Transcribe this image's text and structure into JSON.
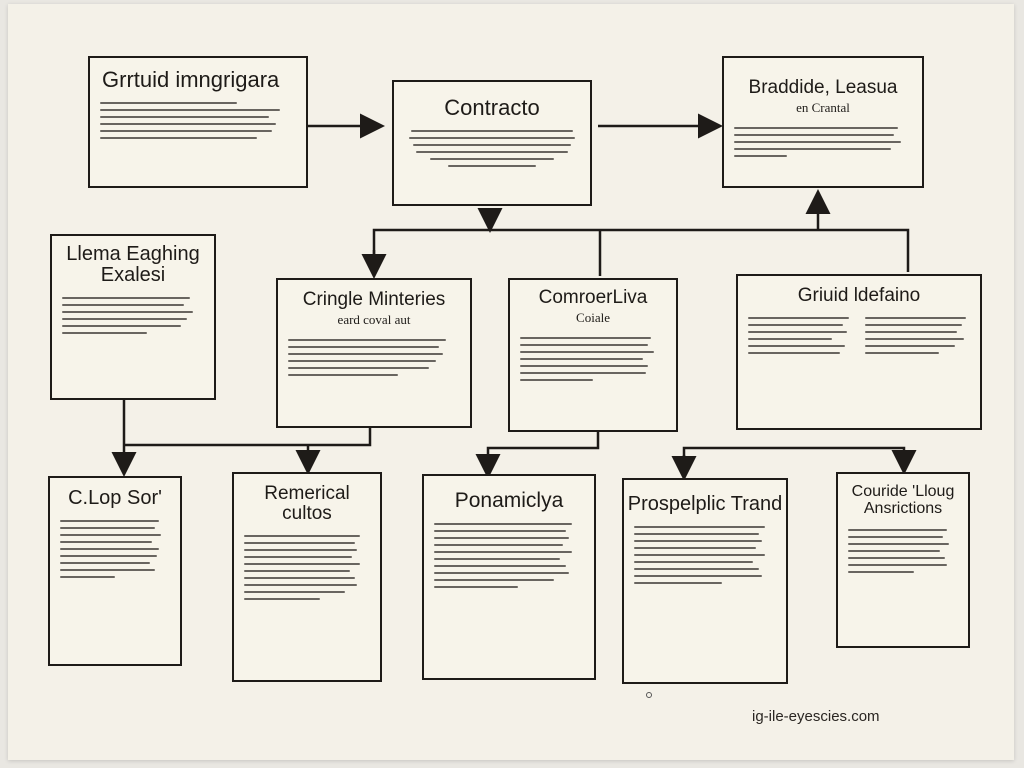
{
  "boxes": {
    "b1": {
      "title": "Grrtuid imngrigara",
      "subtitle": ""
    },
    "b2": {
      "title": "Contracto",
      "subtitle": ""
    },
    "b3": {
      "title": "Braddide, Leasua",
      "subtitle": "en Crantal"
    },
    "b4": {
      "title": "Llema Eaghing Exalesi",
      "subtitle": ""
    },
    "b5": {
      "title": "Cringle Minteries",
      "subtitle": "eard coval aut"
    },
    "b6": {
      "title": "ComroerLiva",
      "subtitle": "Coiale"
    },
    "b7": {
      "title": "Griuid ldefaino",
      "subtitle": ""
    },
    "b8": {
      "title": "C.Lop Sor'",
      "subtitle": ""
    },
    "b9": {
      "title": "Remerical cultos",
      "subtitle": ""
    },
    "b10": {
      "title": "Ponamiclya",
      "subtitle": ""
    },
    "b11": {
      "title": "Prospelplic Trand",
      "subtitle": ""
    },
    "b12": {
      "title": "Couride 'Lloug Ansrictions",
      "subtitle": ""
    }
  },
  "footer": {
    "text": "ig-ile-eyescies.com"
  }
}
